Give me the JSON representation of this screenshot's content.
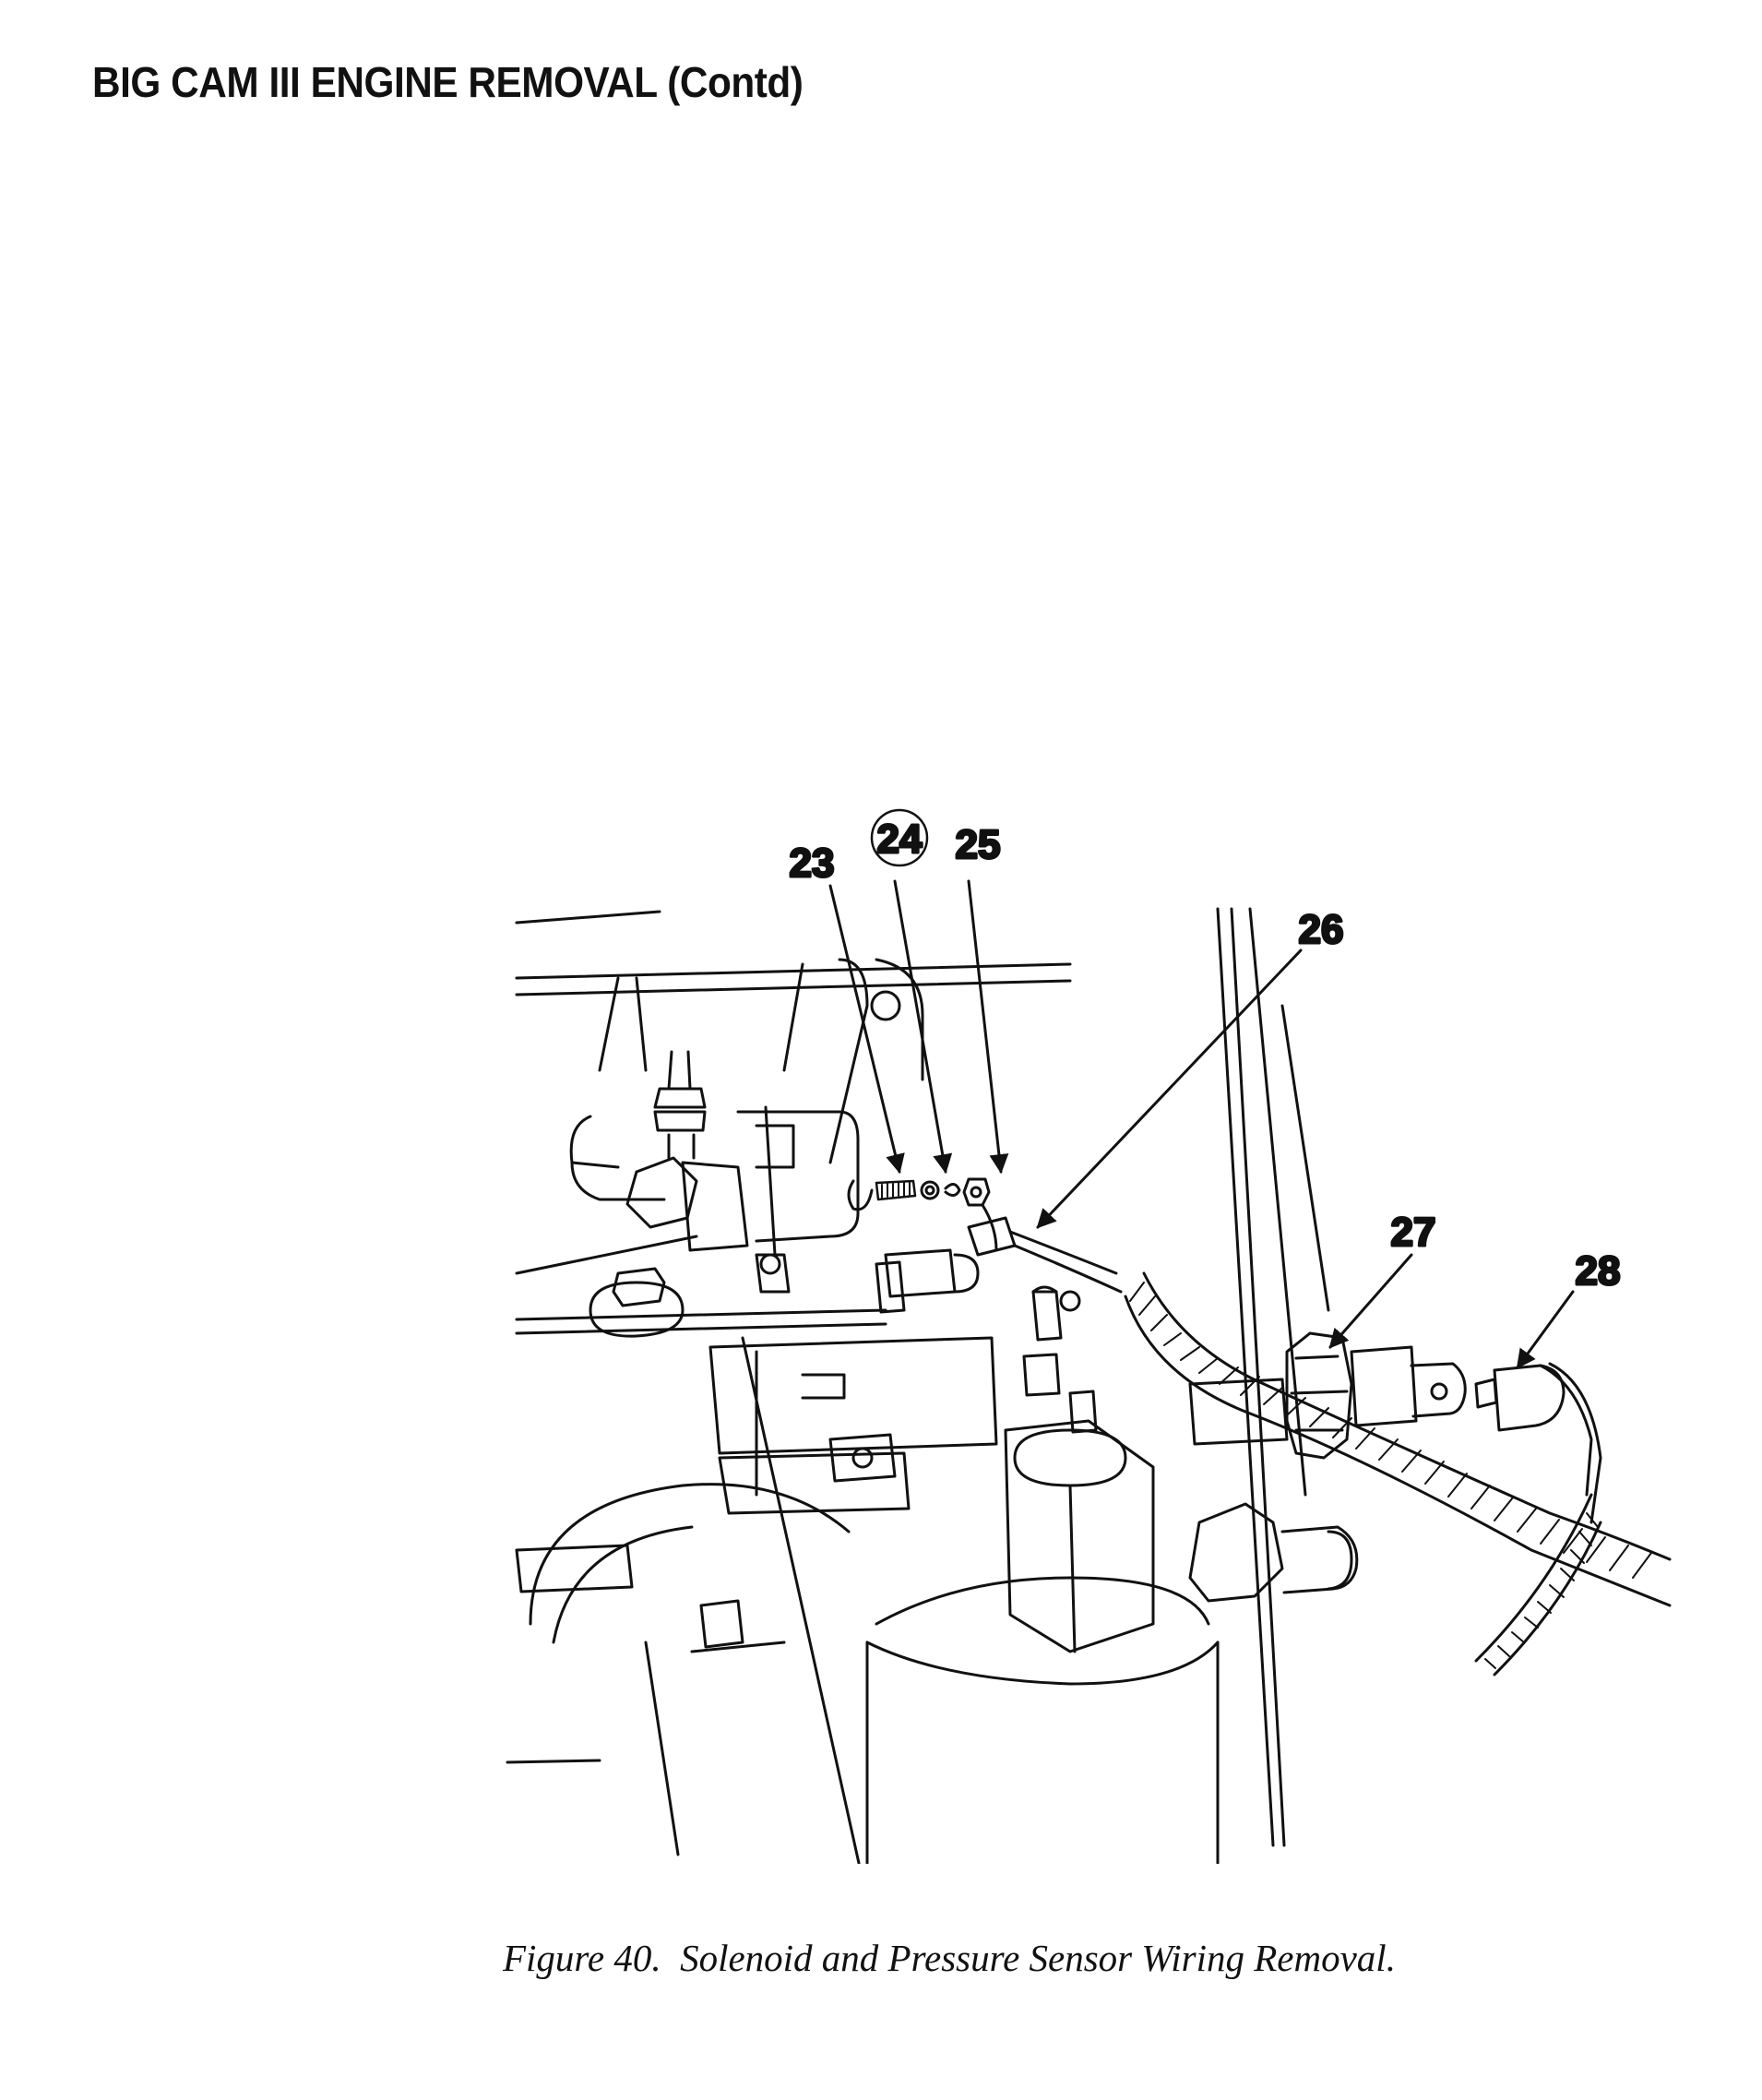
{
  "header": {
    "title": "BIG CAM III ENGINE REMOVAL (Contd)"
  },
  "figure": {
    "callouts": [
      {
        "id": "23",
        "label": "23",
        "circled": false
      },
      {
        "id": "24",
        "label": "24",
        "circled": true
      },
      {
        "id": "25",
        "label": "25",
        "circled": false
      },
      {
        "id": "26",
        "label": "26",
        "circled": false
      },
      {
        "id": "27",
        "label": "27",
        "circled": false
      },
      {
        "id": "28",
        "label": "28",
        "circled": false
      }
    ],
    "caption": "Figure 40.  Solenoid and Pressure Sensor Wiring Removal."
  }
}
